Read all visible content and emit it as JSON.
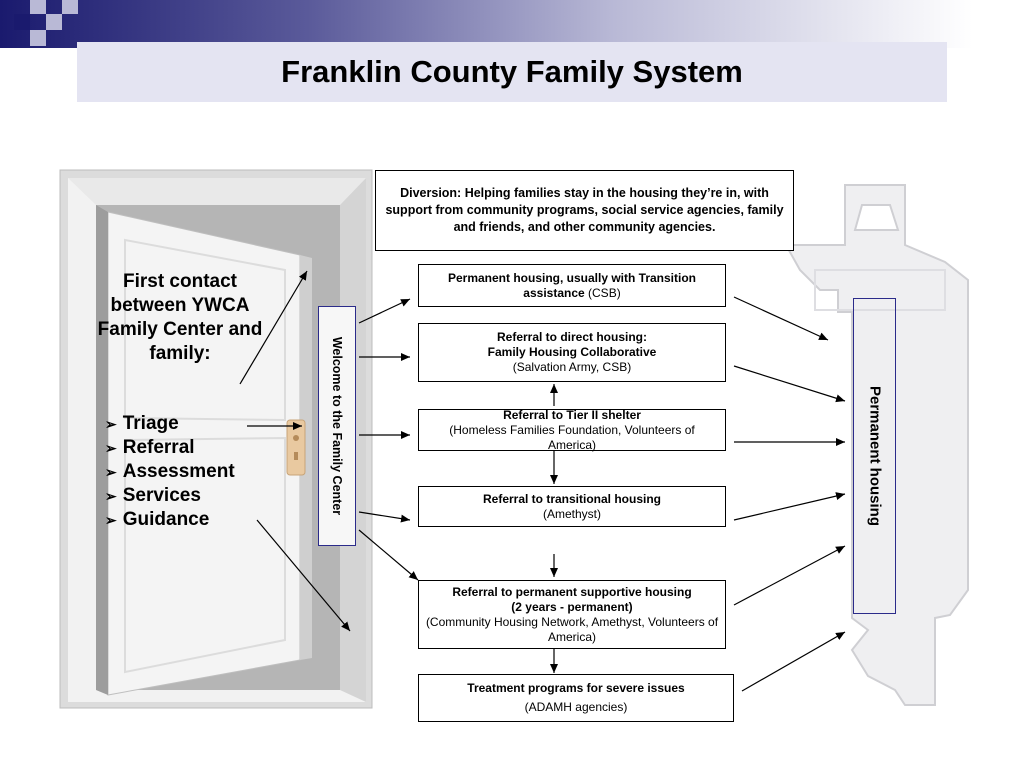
{
  "title": "Franklin County Family System",
  "door": {
    "intro": "First contact between YWCA Family Center and family:",
    "items": [
      "Triage",
      "Referral",
      "Assessment",
      "Services",
      "Guidance"
    ]
  },
  "welcome_label": "Welcome to the Family Center",
  "permanent_label": "Permanent housing",
  "diversion": "Diversion:  Helping families stay in the housing they’re in, with support from community programs, social service agencies, family and friends, and other community agencies.",
  "boxes": {
    "b1": {
      "bold": "Permanent housing, usually with Transition assistance",
      "normal": " (CSB)"
    },
    "b2": {
      "line1": "Referral to direct housing:",
      "line2": "Family Housing Collaborative",
      "line3": "(Salvation Army, CSB)"
    },
    "b3": {
      "line1": "Referral to Tier II shelter",
      "line2": "(Homeless Families Foundation, Volunteers of America)"
    },
    "b4": {
      "line1": "Referral to transitional housing",
      "line2": "(Amethyst)"
    },
    "b5": {
      "line1": "Referral to permanent supportive housing",
      "line2": "(2 years - permanent)",
      "line3": "(Community Housing Network, Amethyst, Volunteers of America)"
    },
    "b6": {
      "line1": "Treatment programs for severe issues",
      "line2": "(ADAMH agencies)"
    }
  }
}
